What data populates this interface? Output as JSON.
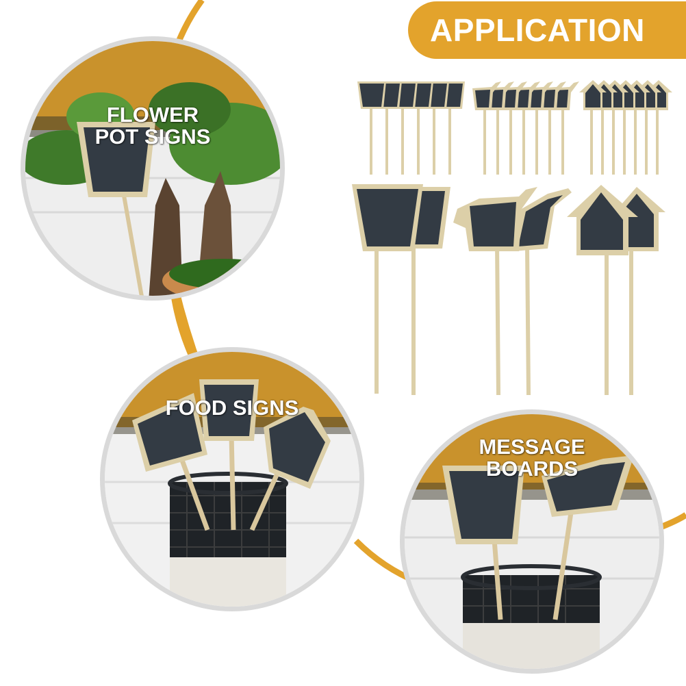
{
  "header": {
    "title": "APPLICATION"
  },
  "panels": [
    {
      "label_line1": "FLOWER",
      "label_line2": "POT SIGNS"
    },
    {
      "label_line1": "FOOD SIGNS",
      "label_line2": ""
    },
    {
      "label_line1": "MESSAGE",
      "label_line2": "BOARDS"
    }
  ],
  "colors": {
    "accent": "#e3a32c",
    "chalkboard": "#333b44",
    "wood": "#dccfa8",
    "label_text": "#ffffff"
  }
}
